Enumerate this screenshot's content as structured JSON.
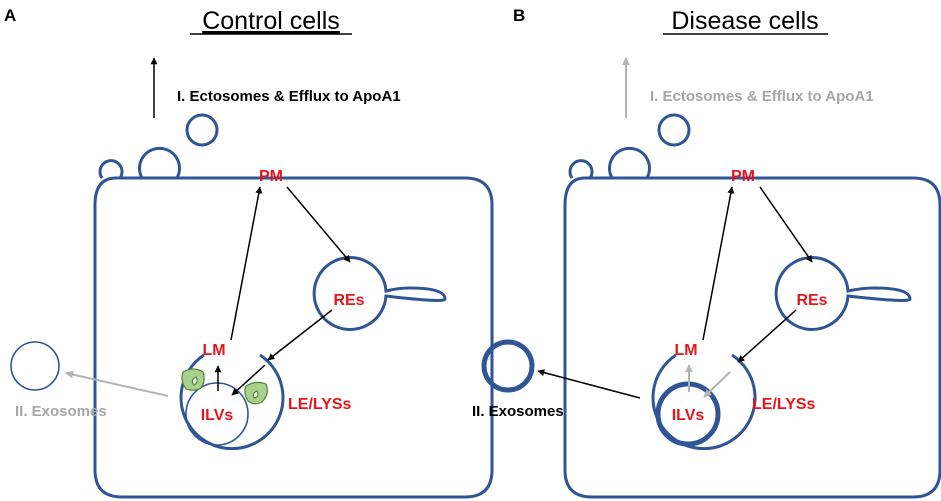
{
  "panels": {
    "a": {
      "letter": "A",
      "title": "Control cells",
      "labels": {
        "pm": "PM",
        "res": "REs",
        "lm": "LM",
        "ilvs": "ILVs",
        "le_lyss": "LE/LYSs",
        "ectosomes": "I. Ectosomes & Efflux to ApoA1",
        "exosomes": "II. Exosomes"
      }
    },
    "b": {
      "letter": "B",
      "title": "Disease cells",
      "labels": {
        "pm": "PM",
        "res": "REs",
        "lm": "LM",
        "ilvs": "ILVs",
        "le_lyss": "LE/LYSs",
        "ectosomes": "I. Ectosomes & Efflux to ApoA1",
        "exosomes": "II. Exosomes"
      }
    }
  },
  "colors": {
    "membrane": "#2f5597",
    "organelle_label": "#e8141b",
    "active_pathway": "#000000",
    "reduced_pathway": "#a6a6a6",
    "protein": "#a9d18e"
  }
}
